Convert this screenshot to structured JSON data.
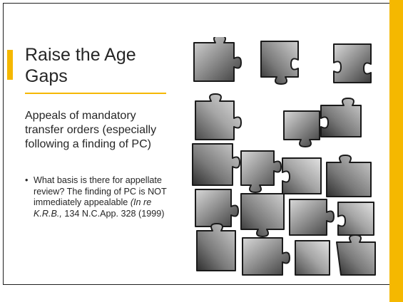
{
  "slide": {
    "title": "Raise the Age Gaps",
    "main_point": "Appeals of mandatory transfer orders (especially following a finding of PC)",
    "bullet_text": "What basis is there for appellate review? The finding of PC is NOT immediately appealable ",
    "citation_case": "(In re K.R.B.,",
    "citation_rest": " 134 N.C.App. 328 (1999)",
    "bullet_symbol": "•",
    "accent_color": "#f5b800"
  },
  "image": {
    "subject": "scattered-puzzle-pieces-photo"
  }
}
